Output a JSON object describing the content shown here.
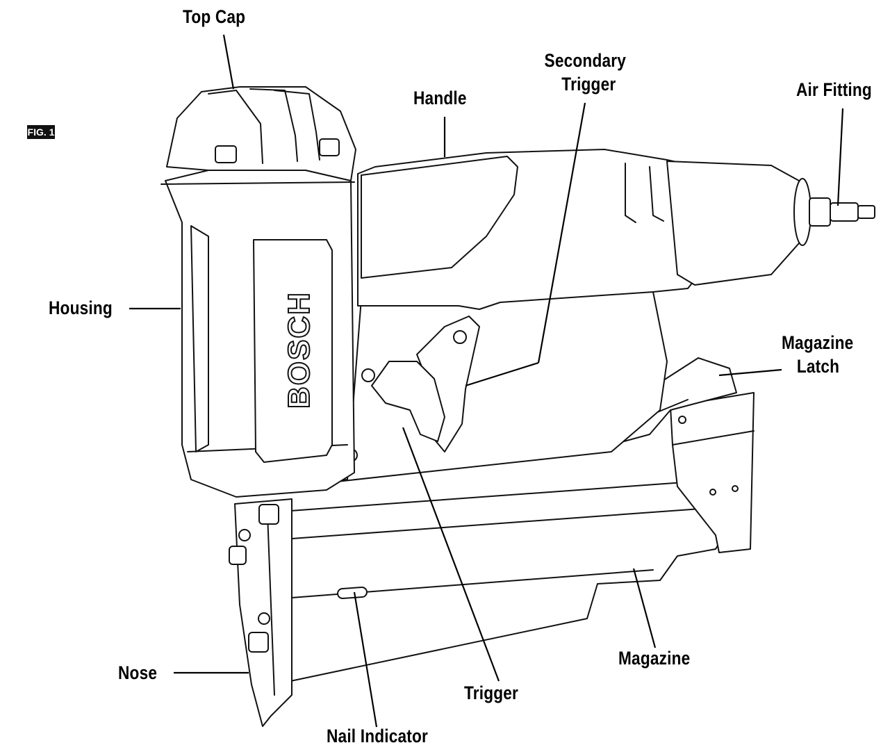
{
  "figure": {
    "badge": "FIG. 1",
    "brand": "BOSCH"
  },
  "labels": {
    "top_cap": "Top Cap",
    "handle": "Handle",
    "secondary_trigger_line1": "Secondary",
    "secondary_trigger_line2": "Trigger",
    "air_fitting": "Air Fitting",
    "housing": "Housing",
    "magazine_latch_line1": "Magazine",
    "magazine_latch_line2": "Latch",
    "nose": "Nose",
    "trigger": "Trigger",
    "magazine": "Magazine",
    "nail_indicator": "Nail Indicator"
  },
  "colors": {
    "ink": "#111111",
    "background": "#ffffff"
  }
}
